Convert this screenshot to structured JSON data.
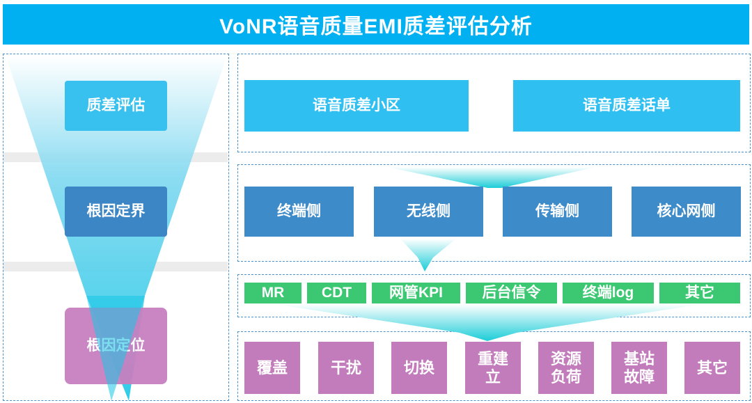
{
  "title": "VoNR语音质量EMI质差评估分析",
  "stages": [
    {
      "label": "质差评估"
    },
    {
      "label": "根因定界"
    },
    {
      "label": "根因定位"
    }
  ],
  "evaluation": [
    {
      "label": "语音质差小区"
    },
    {
      "label": "语音质差话单"
    }
  ],
  "domains": [
    {
      "label": "终端侧"
    },
    {
      "label": "无线侧"
    },
    {
      "label": "传输侧"
    },
    {
      "label": "核心网侧"
    }
  ],
  "sources": [
    {
      "label": "MR"
    },
    {
      "label": "CDT"
    },
    {
      "label": "网管KPI"
    },
    {
      "label": "后台信令"
    },
    {
      "label": "终端log"
    },
    {
      "label": "其它"
    }
  ],
  "causes": [
    {
      "label": "覆盖"
    },
    {
      "label": "干扰"
    },
    {
      "label": "切换"
    },
    {
      "label": "重建立"
    },
    {
      "label": "资源负荷"
    },
    {
      "label": "基站故障"
    },
    {
      "label": "其它"
    }
  ],
  "colors": {
    "title": "#00b0f0",
    "evaluation": "#2fbff0",
    "domain": "#3e8bc9",
    "source": "#3cc872",
    "cause": "#c27cbc",
    "funnel_arrow": "#1ccdd8"
  }
}
